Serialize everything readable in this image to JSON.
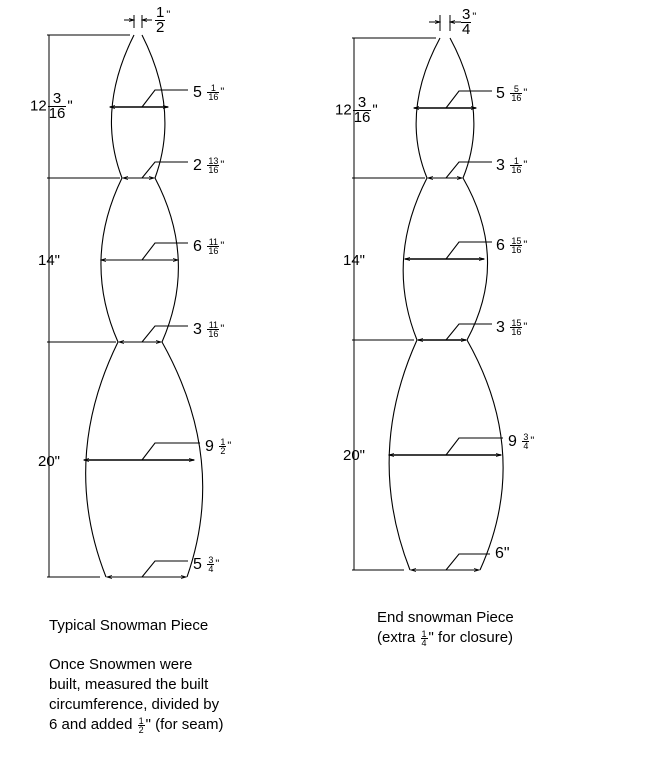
{
  "colors": {
    "line": "#000000",
    "background": "#ffffff"
  },
  "pieces": [
    {
      "id": "typical",
      "title": "Typical Snowman Piece",
      "tip_width": {
        "whole": "",
        "num": "1",
        "den": "2",
        "unit": "\""
      },
      "sections": [
        {
          "height_label": {
            "whole": "12",
            "num": "3",
            "den": "16",
            "unit": "\""
          }
        },
        {
          "height_label": {
            "whole": "14\"",
            "num": "",
            "den": "",
            "unit": ""
          }
        },
        {
          "height_label": {
            "whole": "20\"",
            "num": "",
            "den": "",
            "unit": ""
          }
        }
      ],
      "widths": [
        {
          "whole": "5",
          "num": "1",
          "den": "16",
          "unit": "\""
        },
        {
          "whole": "2",
          "num": "13",
          "den": "16",
          "unit": "\""
        },
        {
          "whole": "6",
          "num": "11",
          "den": "16",
          "unit": "\""
        },
        {
          "whole": "3",
          "num": "11",
          "den": "16",
          "unit": "\""
        },
        {
          "whole": "9",
          "num": "1",
          "den": "2",
          "unit": "\""
        },
        {
          "whole": "5",
          "num": "3",
          "den": "4",
          "unit": "\""
        }
      ]
    },
    {
      "id": "end",
      "title": "End snowman Piece",
      "subtitle_pre": "(extra ",
      "subtitle_num": "1",
      "subtitle_den": "4",
      "subtitle_post": "\" for closure)",
      "tip_width": {
        "whole": "",
        "num": "3",
        "den": "4",
        "unit": "\""
      },
      "sections": [
        {
          "height_label": {
            "whole": "12",
            "num": "3",
            "den": "16",
            "unit": "\""
          }
        },
        {
          "height_label": {
            "whole": "14\"",
            "num": "",
            "den": "",
            "unit": ""
          }
        },
        {
          "height_label": {
            "whole": "20\"",
            "num": "",
            "den": "",
            "unit": ""
          }
        }
      ],
      "widths": [
        {
          "whole": "5",
          "num": "5",
          "den": "16",
          "unit": "\""
        },
        {
          "whole": "3",
          "num": "1",
          "den": "16",
          "unit": "\""
        },
        {
          "whole": "6",
          "num": "15",
          "den": "16",
          "unit": "\""
        },
        {
          "whole": "3",
          "num": "15",
          "den": "16",
          "unit": "\""
        },
        {
          "whole": "9",
          "num": "3",
          "den": "4",
          "unit": "\""
        },
        {
          "whole": "6\"",
          "num": "",
          "den": "",
          "unit": ""
        }
      ]
    }
  ],
  "note": {
    "line1": "Once Snowmen were",
    "line2": "built, measured the built",
    "line3": "circumference, divided by",
    "line4_pre": "6 and added ",
    "line4_num": "1",
    "line4_den": "2",
    "line4_post": "\" (for seam)"
  }
}
